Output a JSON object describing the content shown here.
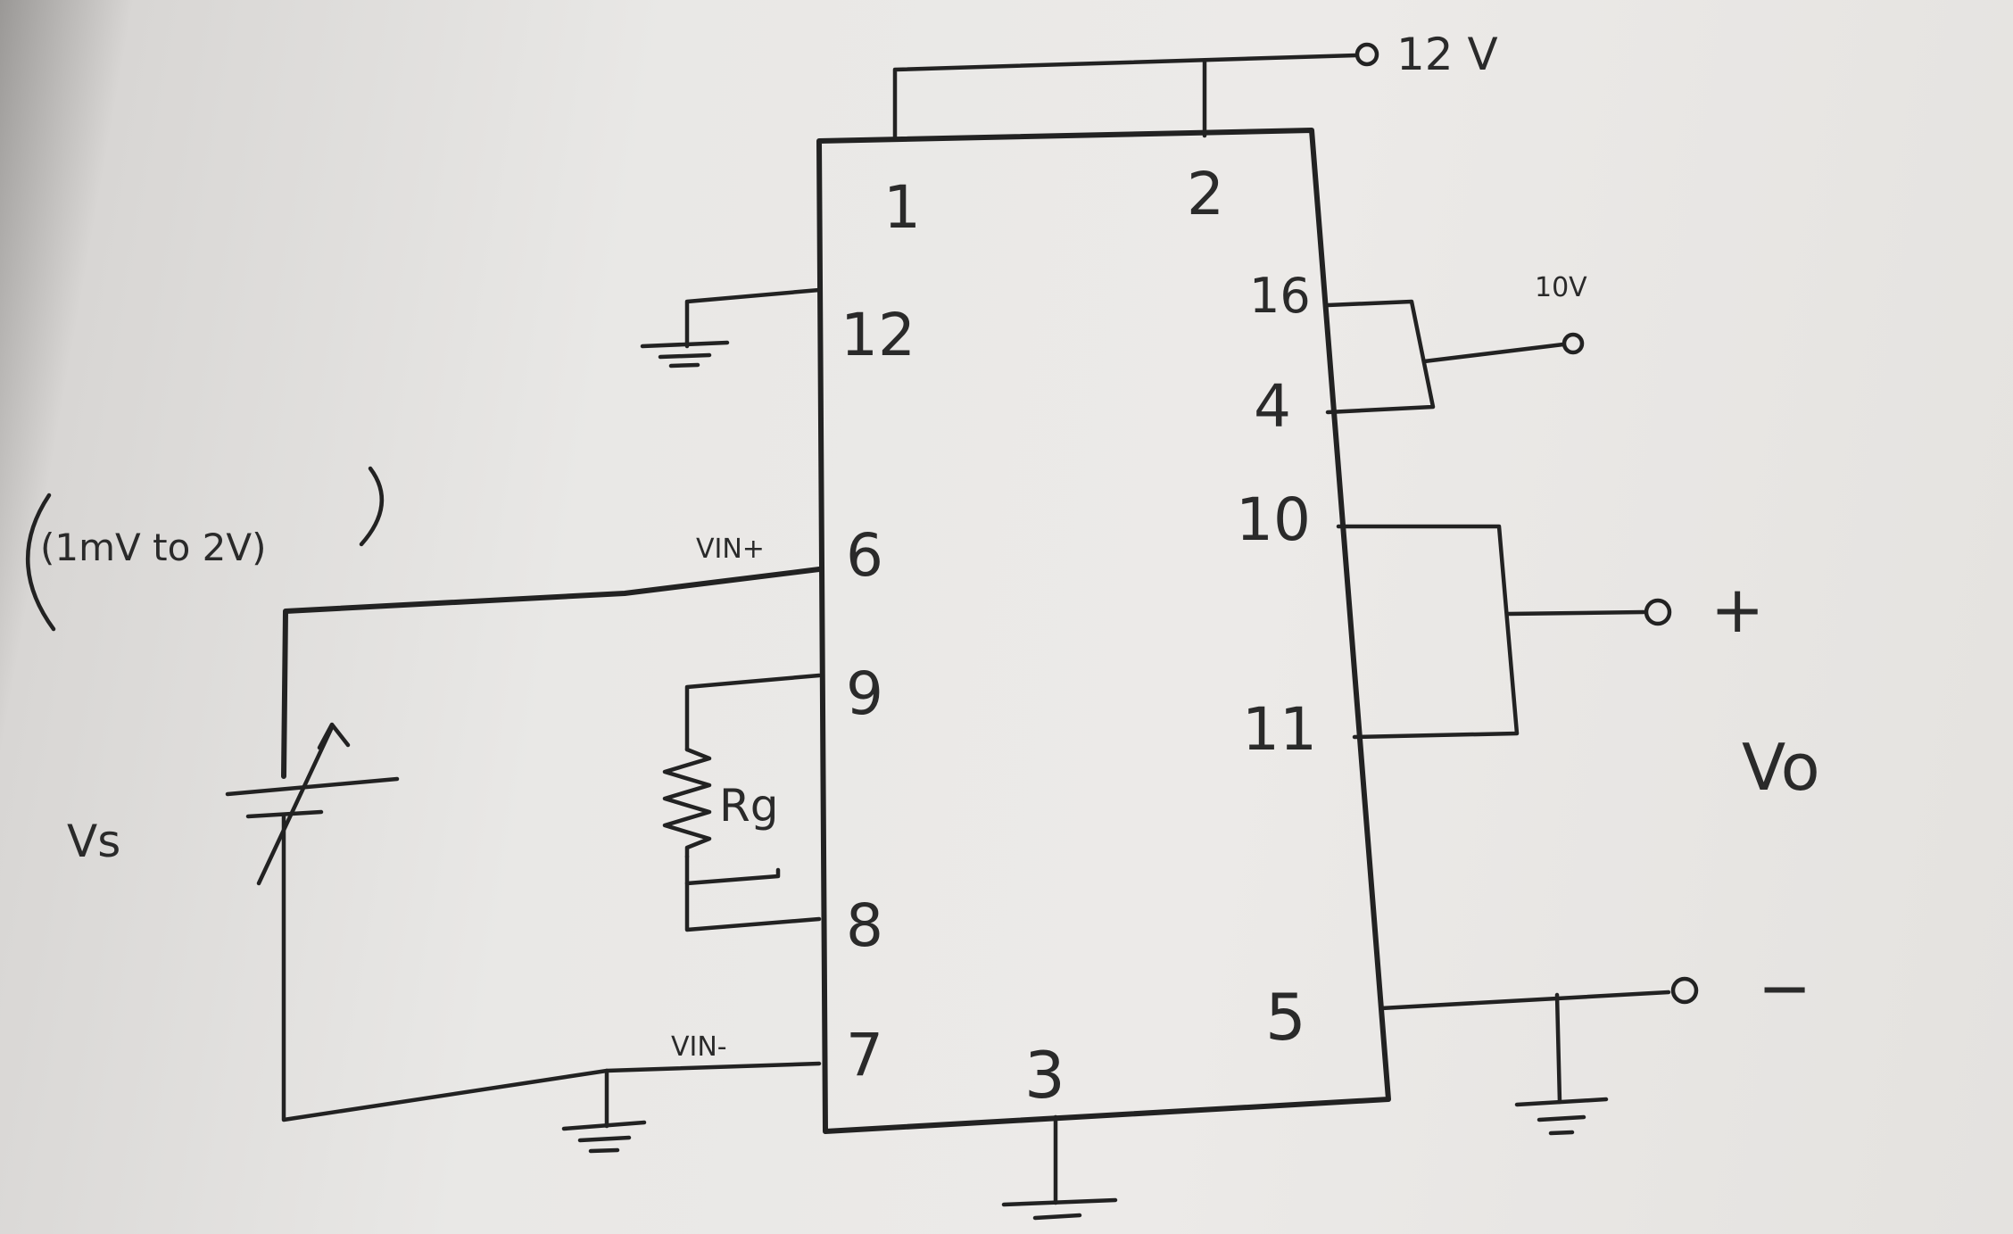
{
  "diagram": {
    "supply_label": "12 V",
    "ref_label": "10V",
    "input_range_label": "(1mV to 2V)",
    "source_label": "Vs",
    "vin_plus_label": "VIN+",
    "vin_minus_label": "VIN-",
    "resistor_label": "Rg",
    "output_label": "Vo",
    "output_plus_label": "+",
    "output_minus_label": "−",
    "pins": {
      "p1": "1",
      "p2": "2",
      "p3": "3",
      "p4": "4",
      "p5": "5",
      "p6": "6",
      "p7": "7",
      "p8": "8",
      "p9": "9",
      "p10": "10",
      "p11": "11",
      "p12": "12",
      "p16": "16"
    }
  }
}
